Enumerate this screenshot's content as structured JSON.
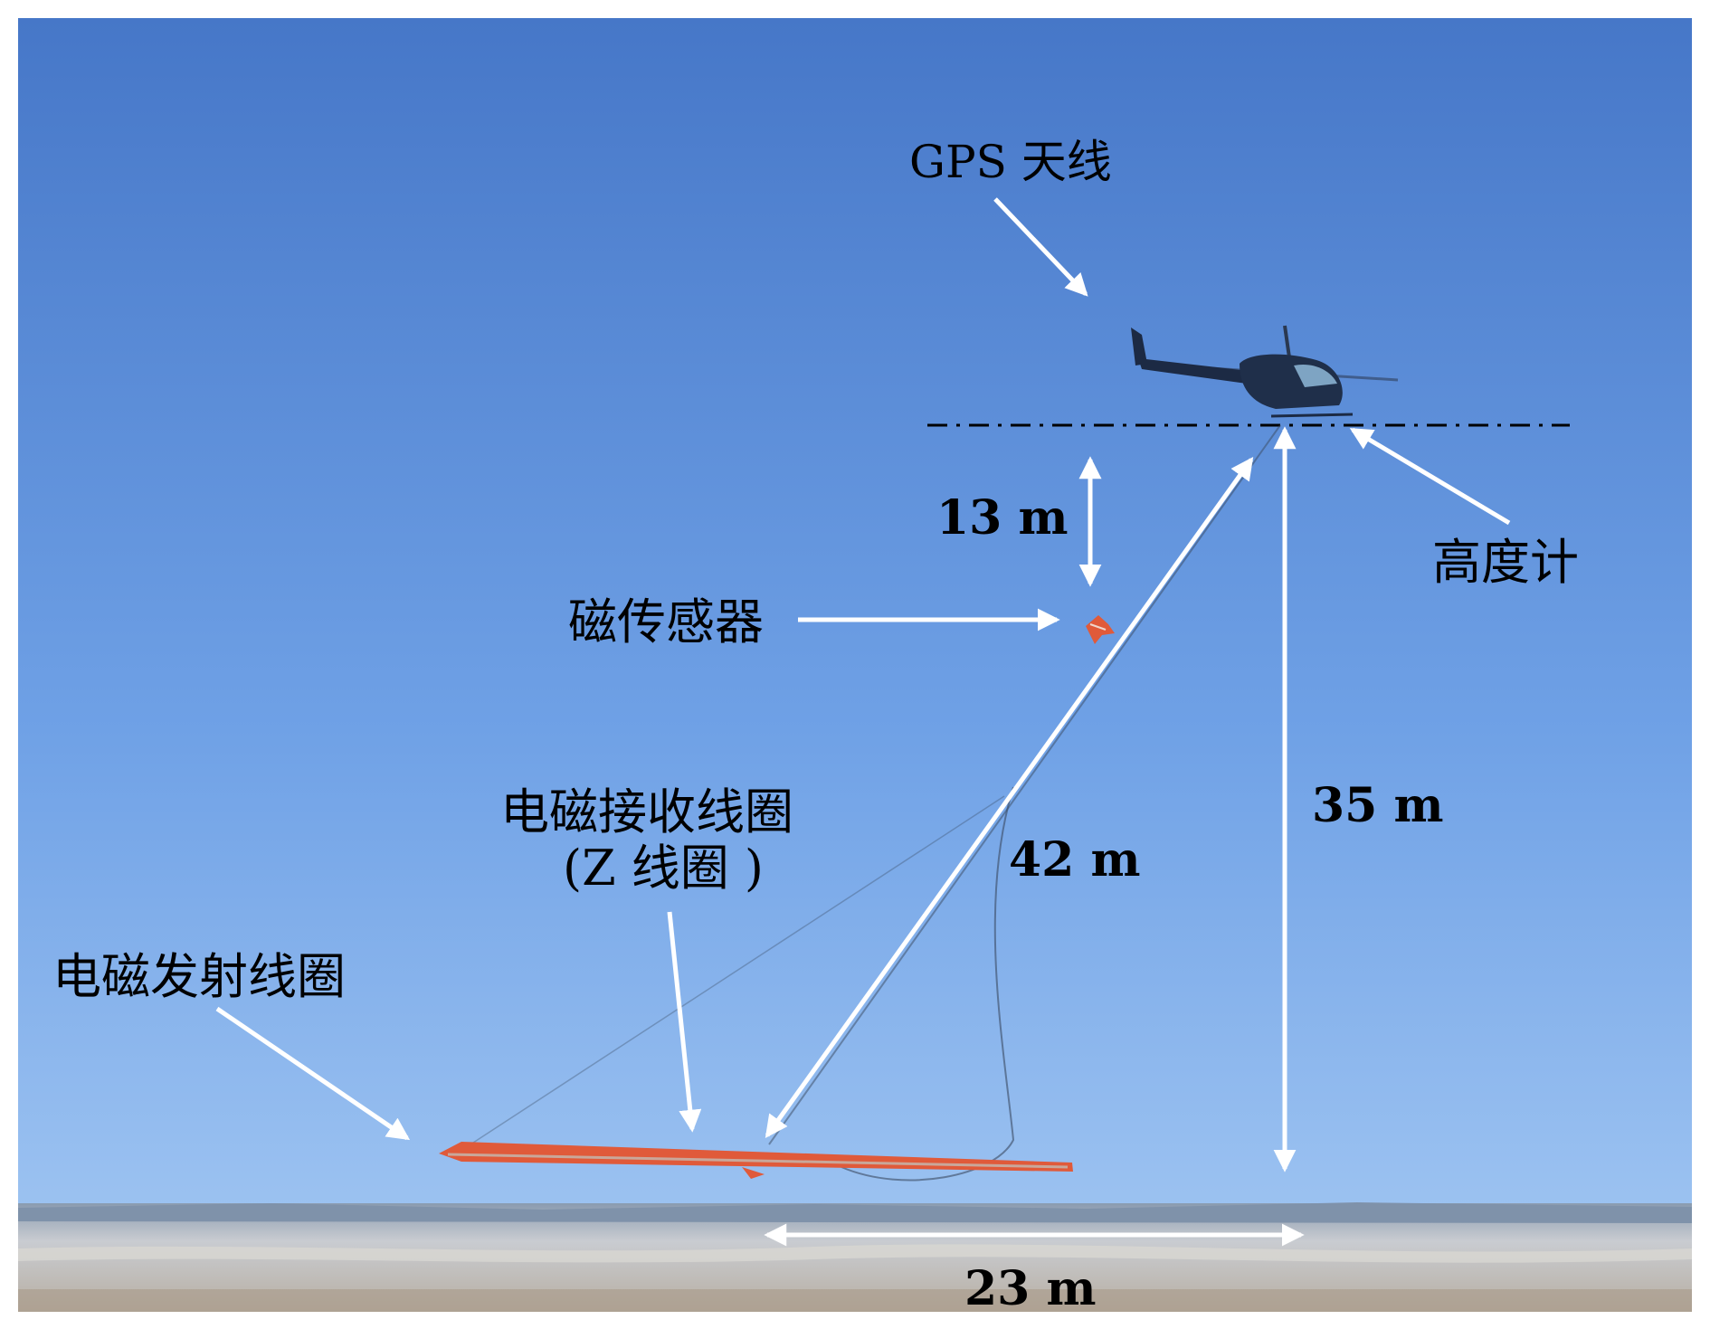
{
  "labels": {
    "gps_antenna": "GPS 天线",
    "altimeter": "高度计",
    "mag_sensor": "磁传感器",
    "em_receiver_line1": "电磁接收线圈",
    "em_receiver_line2": "(Z 线圈 )",
    "em_transmitter": "电磁发射线圈",
    "dist_13": "13 m",
    "dist_42": "42 m",
    "dist_35": "35 m",
    "dist_23": "23 m"
  },
  "colors": {
    "sky_top": "#4a7fcf",
    "sky_bottom": "#9cc3f2",
    "arrow": "#ffffff",
    "coil": "#e05a3a",
    "helicopter": "#1f2f4a",
    "ground": "#b9b8b4"
  },
  "icons": {
    "helicopter": "helicopter-icon",
    "mag_sensor": "mag-sensor-icon",
    "coil": "em-coil-icon"
  }
}
